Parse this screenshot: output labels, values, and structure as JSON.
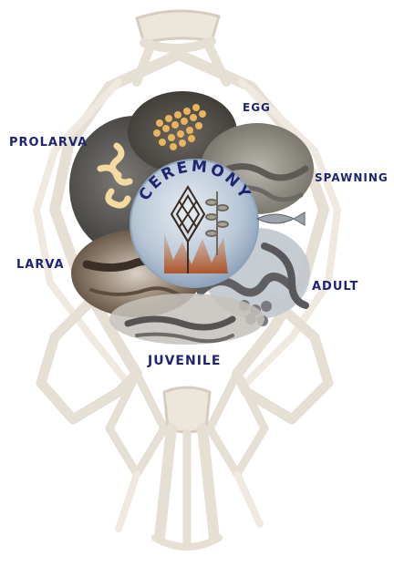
{
  "labels": {
    "center": "CEREMONY",
    "egg": "EGG",
    "prolarva": "PROLARVA",
    "spawning": "SPAWNING",
    "larva": "LARVA",
    "adult": "ADULT",
    "juvenile": "JUVENILE"
  },
  "colors": {
    "label_ink": "#1f2470",
    "basket_weave": "#e9e3d8",
    "basket_outline": "#cfc6b8",
    "egg_gold": "#e8b45c",
    "globe_blue": "#a9bcd0",
    "eel_gray": "#6d6d70"
  }
}
